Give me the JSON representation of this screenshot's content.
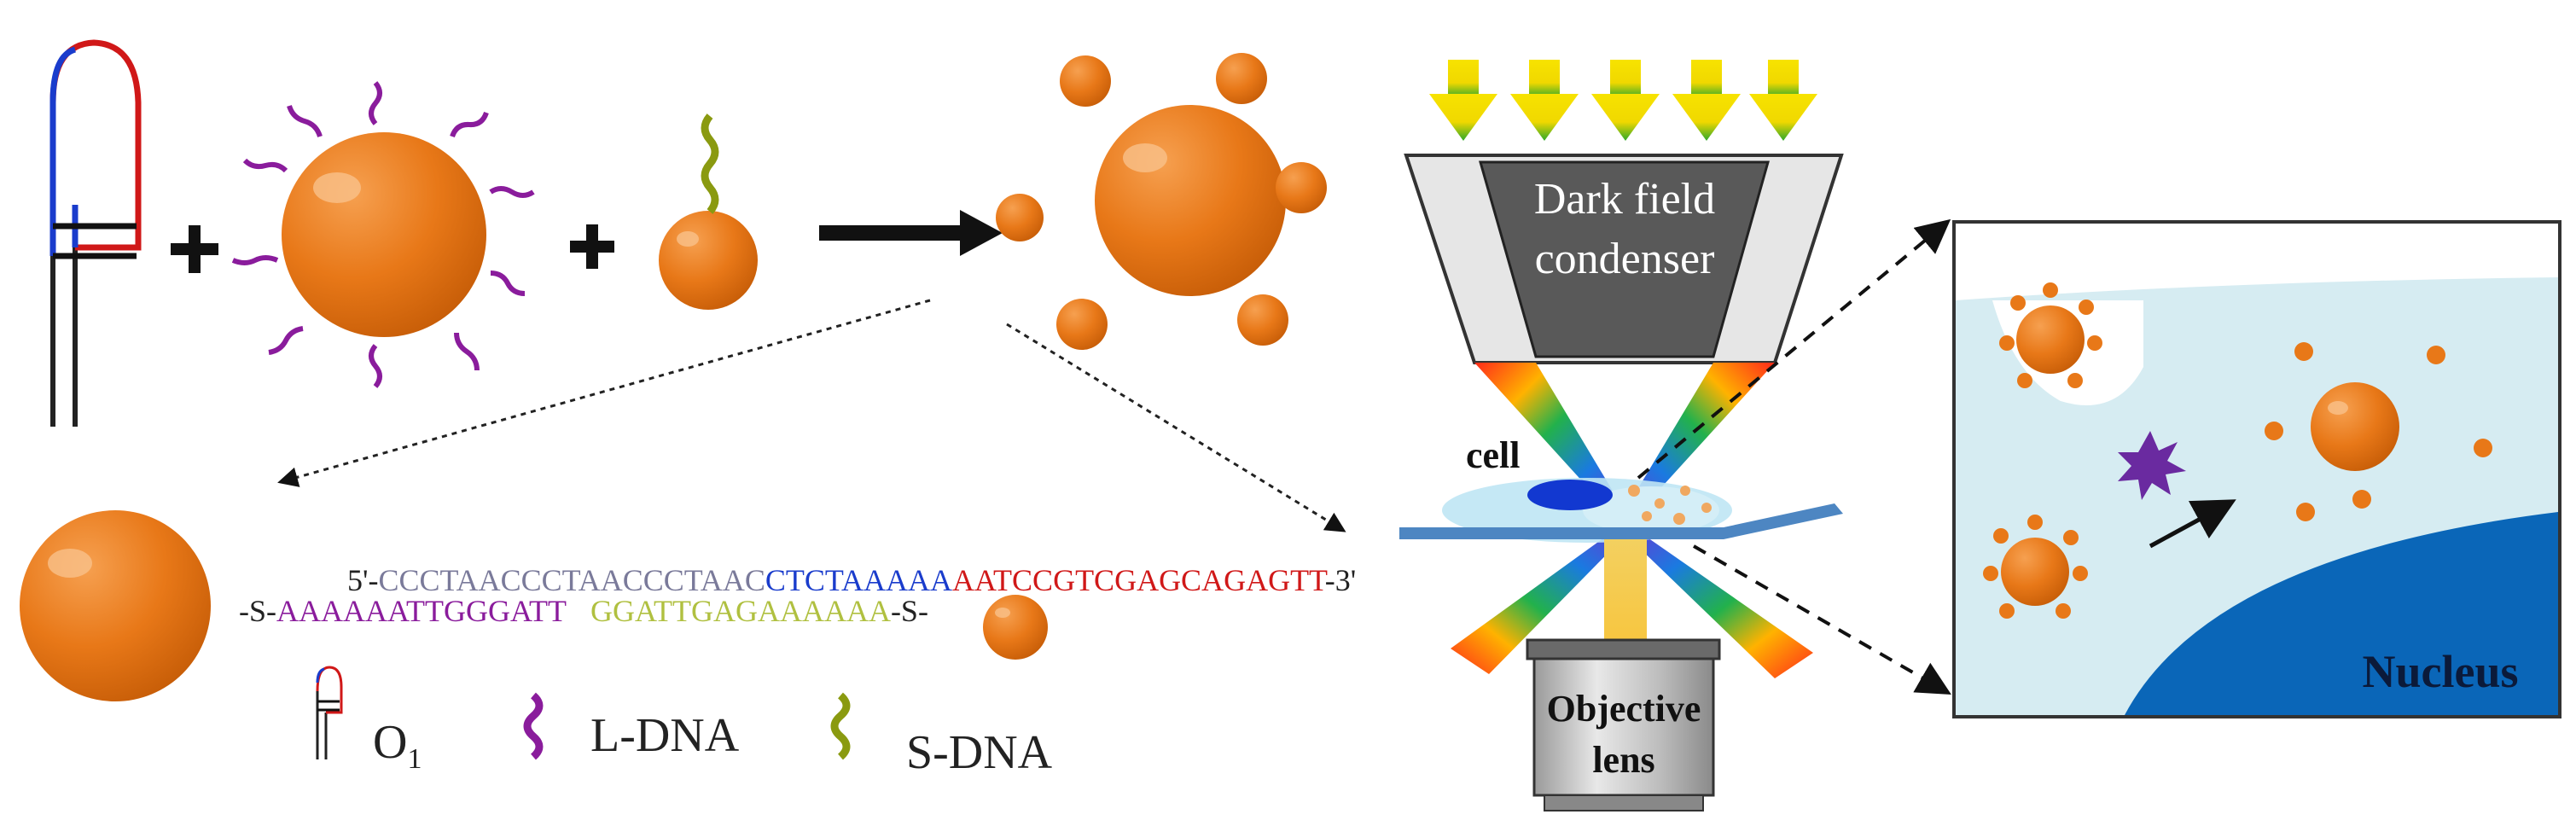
{
  "labels": {
    "condenser_line1": "Dark field",
    "condenser_line2": "condenser",
    "cell": "cell",
    "objective_line1": "Objective",
    "objective_line2": "lens",
    "nucleus": "Nucleus"
  },
  "sequences": {
    "top_prefix": "5'-",
    "top_seg1": "CCCTAACCCTAACCCTAAC",
    "top_seg2": "CTCTAAAAA",
    "top_seg3": "AATCCGTCGAGCAGAGTT",
    "top_suffix": "-3'",
    "bottom_prefix": "-S-",
    "bottom_seg1": "AAAAAATTGGGATT",
    "bottom_seg2": "GGATTGAGAAAAAA",
    "bottom_suffix": "-S-"
  },
  "legend": [
    {
      "key": "o1",
      "text": "O",
      "sub": "1"
    },
    {
      "key": "ldna",
      "text": "L-DNA"
    },
    {
      "key": "sdna",
      "text": "S-DNA"
    }
  ],
  "colors": {
    "particle": "#e87818",
    "ldna": "#8a1c9c",
    "sdna": "#8a9a10",
    "hairpin_loop": "#d01818",
    "hairpin_stem": "#1a3ccc",
    "nucleus": "#0a66b8",
    "cytoplasm": "#d6ecf2",
    "condenser": "#555555"
  }
}
